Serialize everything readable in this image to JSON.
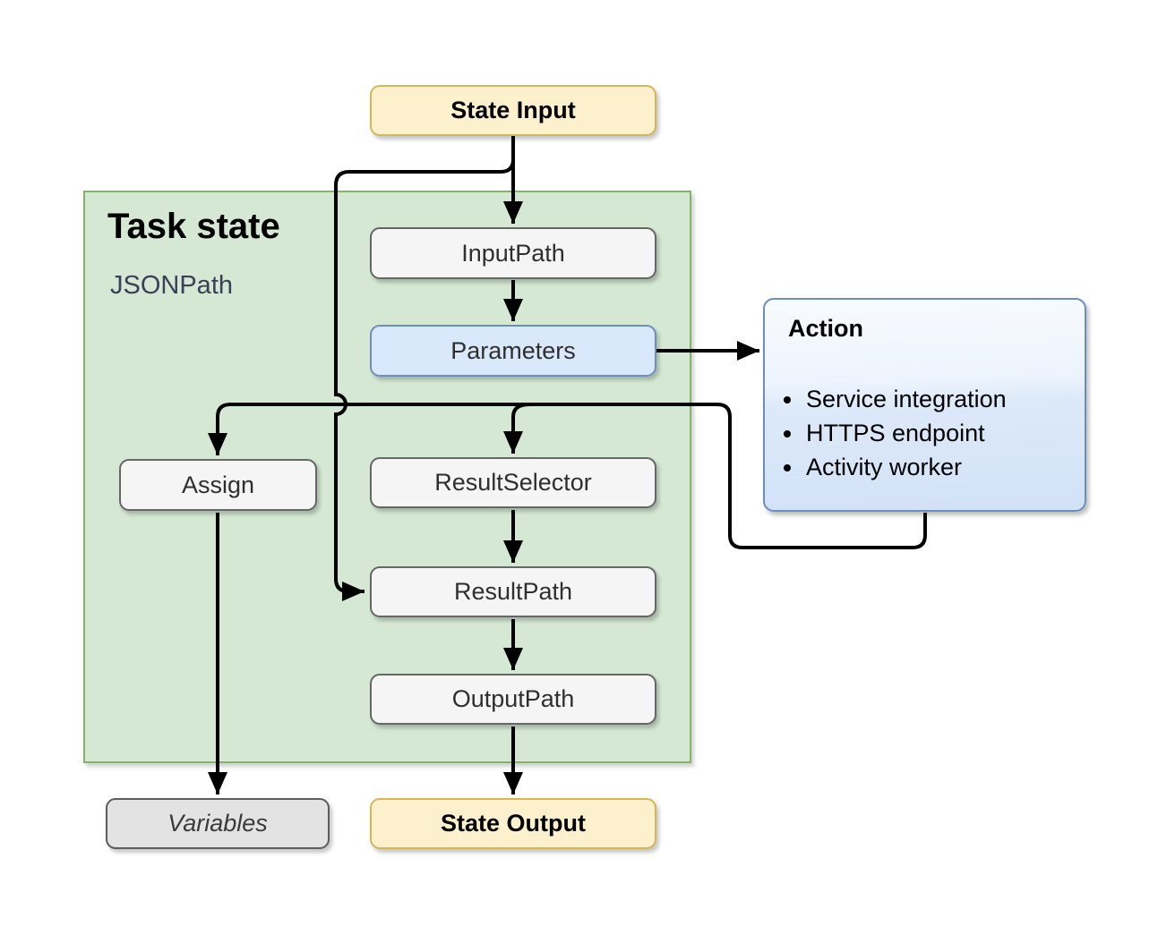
{
  "diagram": {
    "container": {
      "title": "Task state",
      "subtitle": "JSONPath"
    },
    "nodes": {
      "state_input": {
        "label": "State Input"
      },
      "input_path": {
        "label": "InputPath"
      },
      "parameters": {
        "label": "Parameters"
      },
      "assign": {
        "label": "Assign"
      },
      "result_selector": {
        "label": "ResultSelector"
      },
      "result_path": {
        "label": "ResultPath"
      },
      "output_path": {
        "label": "OutputPath"
      },
      "variables": {
        "label": "Variables"
      },
      "state_output": {
        "label": "State Output"
      },
      "action": {
        "title": "Action",
        "items": [
          "Service integration",
          "HTTPS endpoint",
          "Activity worker"
        ]
      }
    },
    "colors": {
      "yellow-fill": "#FCF0CD",
      "yellow-border": "#D6B656",
      "blue-fill": "#DAE8FC",
      "blue-border": "#6C8EBF",
      "green-fill": "#D5E8D4",
      "green-border": "#82B366",
      "gray-fill": "#F5F5F5",
      "gray-border": "#666666",
      "variables-fill": "#E3E3E3",
      "variables-border": "#5C5C5C",
      "action-top": "#F8FBFF",
      "action-bottom": "#D2E2F7",
      "subtitle-color": "#39415A",
      "label-color": "#2F2F2F",
      "edge-color": "#000000"
    }
  }
}
